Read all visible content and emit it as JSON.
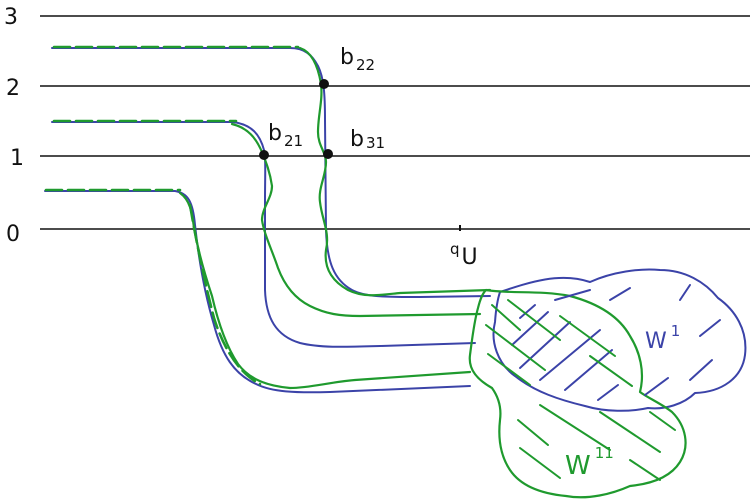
{
  "levels": [
    "3",
    "2",
    "1",
    "0"
  ],
  "points": {
    "b22": {
      "main": "b",
      "sub": "22"
    },
    "b21": {
      "main": "b",
      "sub": "21"
    },
    "b31": {
      "main": "b",
      "sub": "31"
    }
  },
  "point_q": {
    "main": "q",
    "sub": "U"
  },
  "regions": {
    "blue": {
      "main": "W",
      "sub": "1"
    },
    "green": {
      "main": "W",
      "sub": "11"
    }
  },
  "colors": {
    "ink": "#111111",
    "blue": "#3b43a8",
    "green": "#1f9a2e"
  }
}
